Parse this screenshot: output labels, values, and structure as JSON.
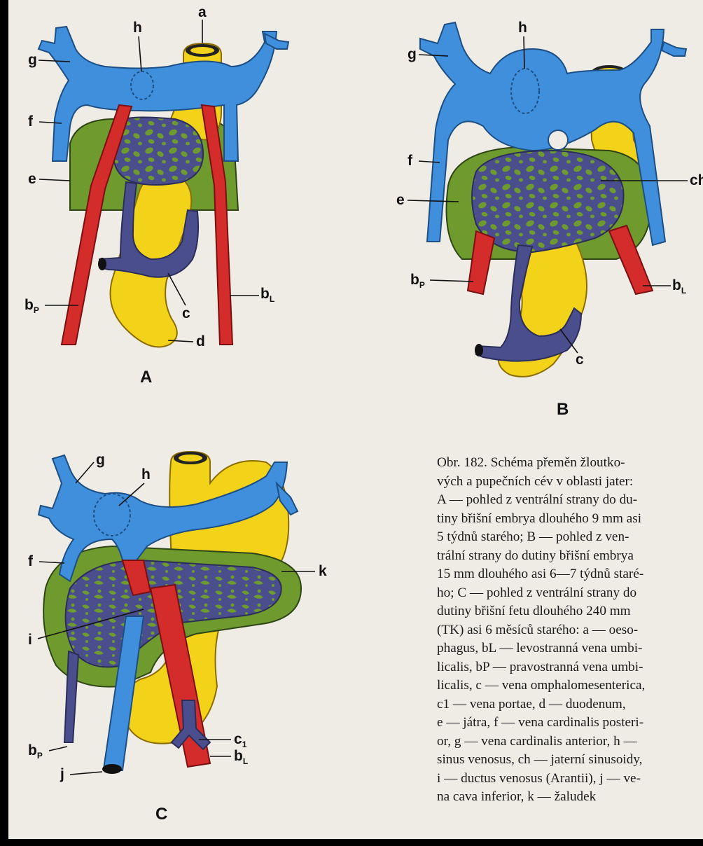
{
  "colors": {
    "vein_blue": "#3f8fdd",
    "artery_red": "#d42b2b",
    "liver_green": "#6f9b2e",
    "sinusoid_purple": "#4b4e8c",
    "gut_yellow": "#f3d21a",
    "paper": "#efece6"
  },
  "panels": {
    "A": {
      "title": "A",
      "labels": {
        "a": "a",
        "h": "h",
        "g": "g",
        "f": "f",
        "e": "e",
        "bp": "b",
        "bp_sub": "P",
        "c": "c",
        "bl": "b",
        "bl_sub": "L",
        "d": "d"
      }
    },
    "B": {
      "title": "B",
      "labels": {
        "h": "h",
        "g": "g",
        "f": "f",
        "ch": "ch",
        "e": "e",
        "bp": "b",
        "bp_sub": "P",
        "bl": "b",
        "bl_sub": "L",
        "c": "c"
      }
    },
    "C": {
      "title": "C",
      "labels": {
        "g": "g",
        "h": "h",
        "f": "f",
        "k": "k",
        "i": "i",
        "bp": "b",
        "bp_sub": "P",
        "c1": "c",
        "c1_sub": "1",
        "bl": "b",
        "bl_sub": "L",
        "j": "j"
      }
    }
  },
  "caption": {
    "lines": [
      "Obr. 182. Schéma přeměn žloutko-",
      "vých a pupečních cév v oblasti jater:",
      "A — pohled z ventrální strany do du-",
      "tiny břišní embrya dlouhého 9 mm asi",
      "5 týdnů starého; B — pohled z ven-",
      "trální strany do dutiny břišní embrya",
      "15 mm dlouhého asi 6—7 týdnů staré-",
      "ho; C — pohled z ventrální strany do",
      "dutiny břišní fetu dlouhého 240 mm",
      "(TK) asi 6 měsíců starého: a — oeso-",
      "phagus, bL — levostranná vena umbi-",
      "licalis, bP — pravostranná vena umbi-",
      "licalis, c — vena omphalomesenterica,",
      "c1 — vena portae, d — duodenum,",
      "e — játra, f — vena cardinalis posteri-",
      "or, g — vena cardinalis anterior, h —",
      "sinus venosus, ch — jaterní sinusoidy,",
      "i — ductus venosus (Arantii), j — ve-",
      "na cava inferior, k — žaludek"
    ]
  }
}
